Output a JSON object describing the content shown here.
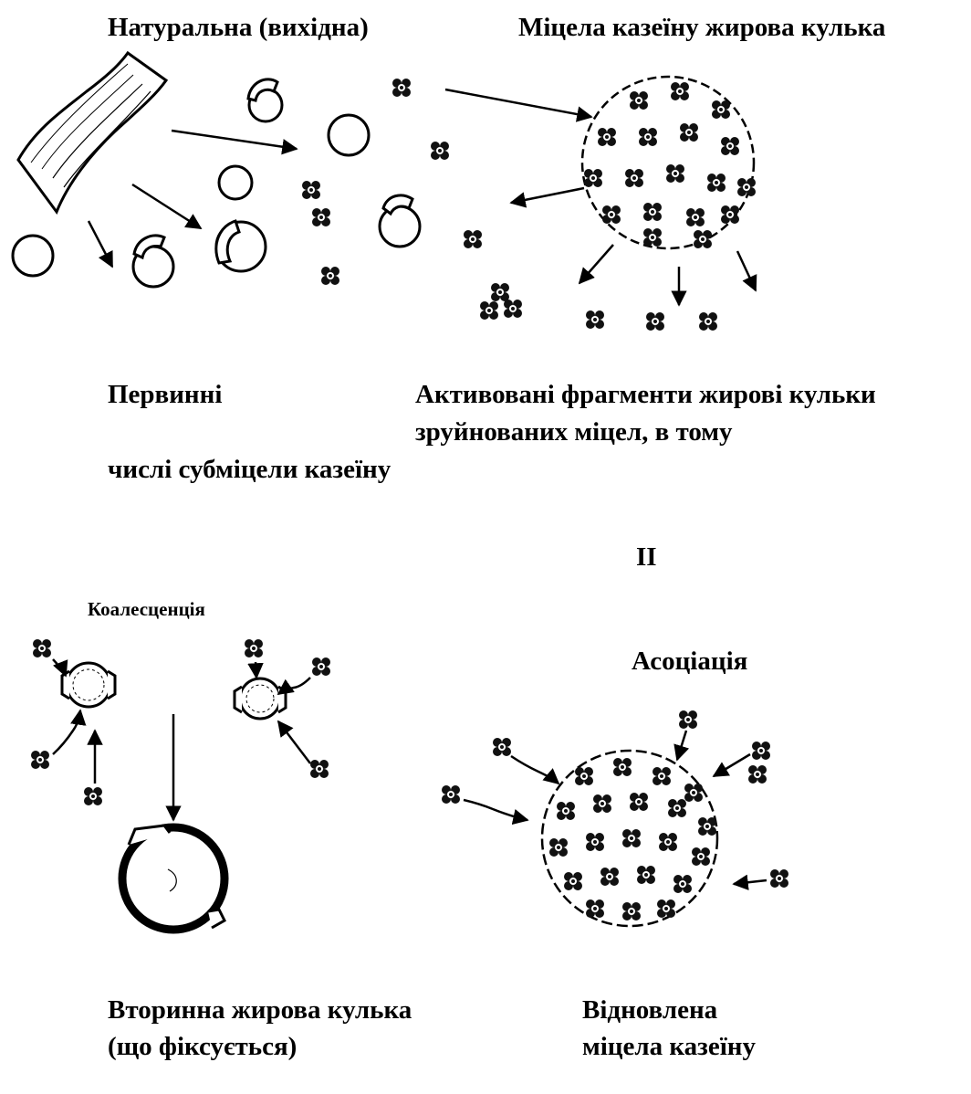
{
  "labels": {
    "natural": "Натуральна (вихідна)",
    "micelle_top": "Міцела казеїну жирова кулька",
    "primary": "Первинні",
    "activated_1": "Активовані фрагменти жирові кульки",
    "activated_2": "зруйнованих міцел, в тому",
    "activated_3": "числі субміцели казеїну",
    "roman_two": "II",
    "coalescence": "Коалесценція",
    "association": "Асоціація",
    "secondary_1": "Вторинна жирова кулька",
    "secondary_2": "(що фіксується)",
    "restored_1": "Відновлена",
    "restored_2": "міцела казеїну"
  }
}
